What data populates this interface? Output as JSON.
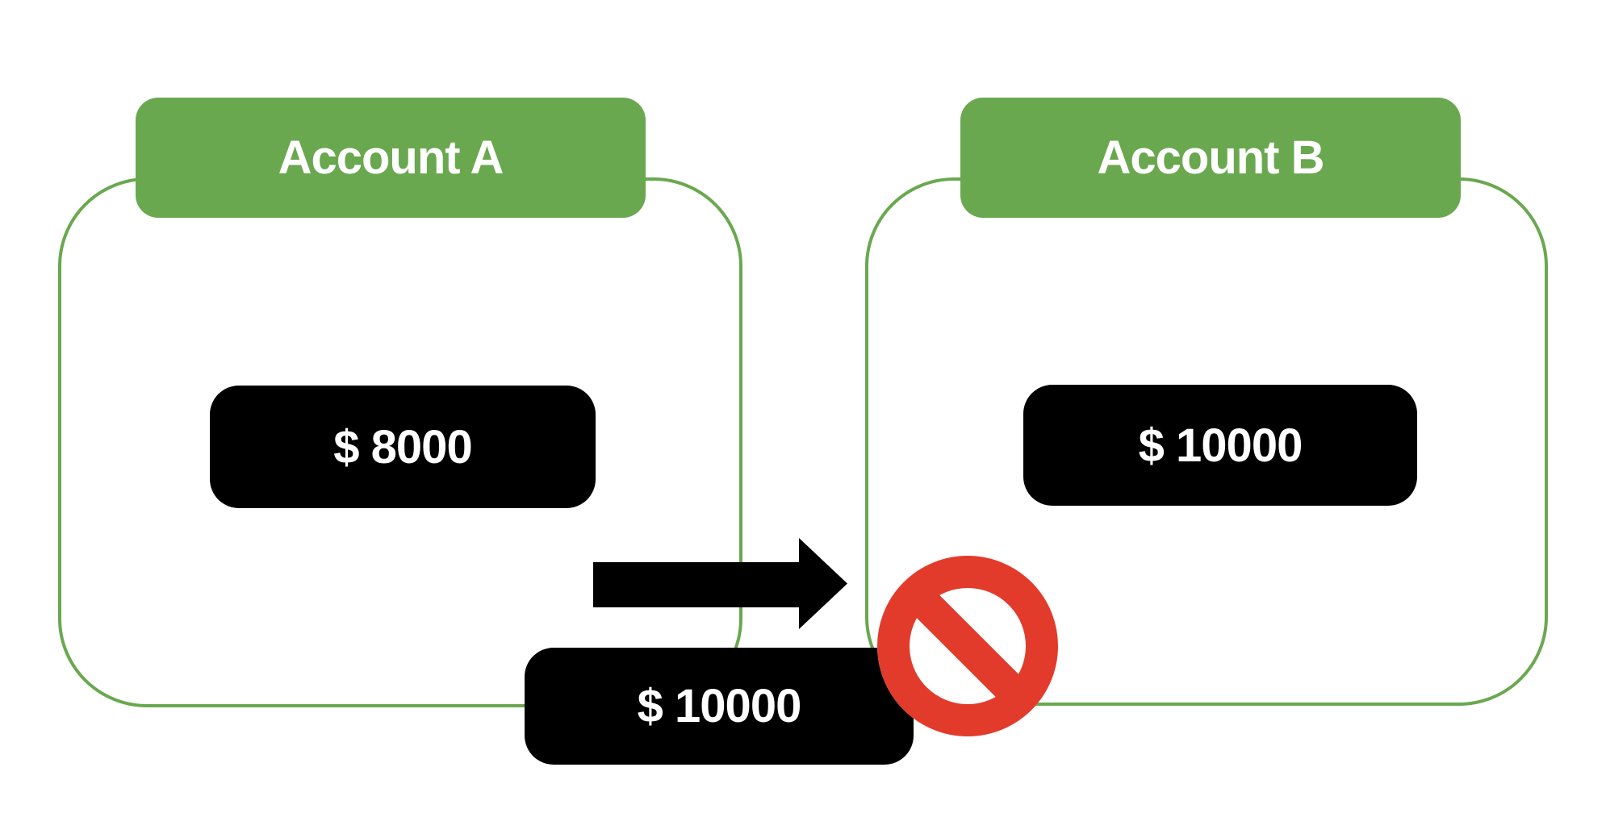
{
  "diagram": {
    "accounts": [
      {
        "name": "Account A",
        "balance": "$ 8000"
      },
      {
        "name": "Account B",
        "balance": "$ 10000"
      }
    ],
    "transfer": {
      "amount": "$ 10000",
      "direction": "A-to-B",
      "status": "blocked"
    }
  },
  "colors": {
    "green": "#6aa84f",
    "red": "#e23b2b",
    "box": "#000000",
    "text": "#ffffff",
    "background": "#ffffff"
  }
}
